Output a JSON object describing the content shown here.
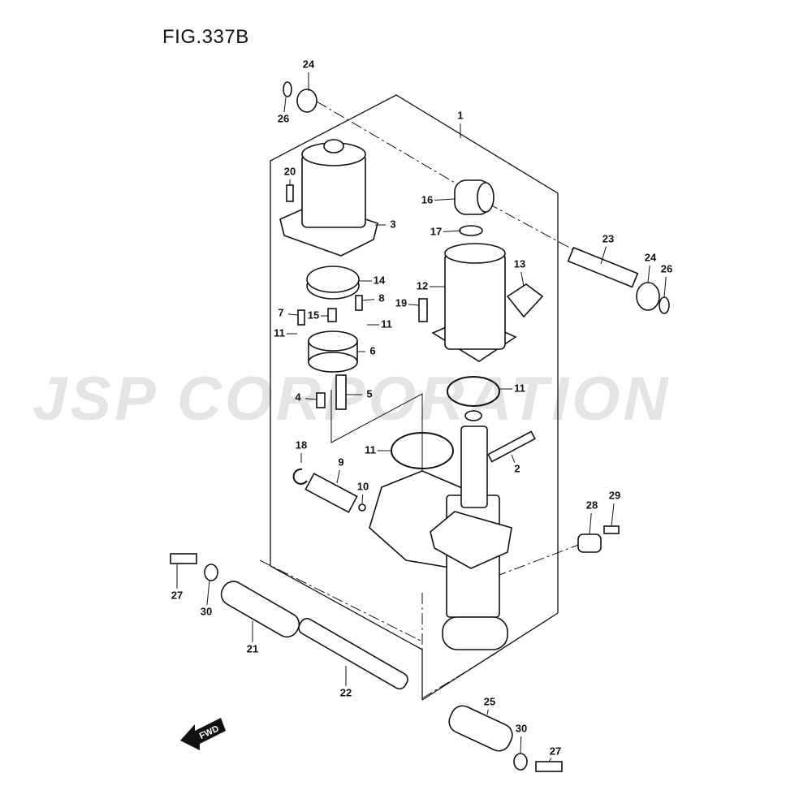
{
  "title": "FIG.337B",
  "watermark": "JSP CORPORATION",
  "fwd_label": "FWD",
  "callouts": [
    "1",
    "24",
    "26",
    "20",
    "3",
    "16",
    "17",
    "23",
    "24",
    "26",
    "13",
    "12",
    "19",
    "14",
    "8",
    "7",
    "15",
    "11",
    "11",
    "6",
    "11",
    "4",
    "5",
    "18",
    "9",
    "10",
    "11",
    "2",
    "28",
    "29",
    "27",
    "30",
    "21",
    "22",
    "25",
    "30",
    "27"
  ]
}
